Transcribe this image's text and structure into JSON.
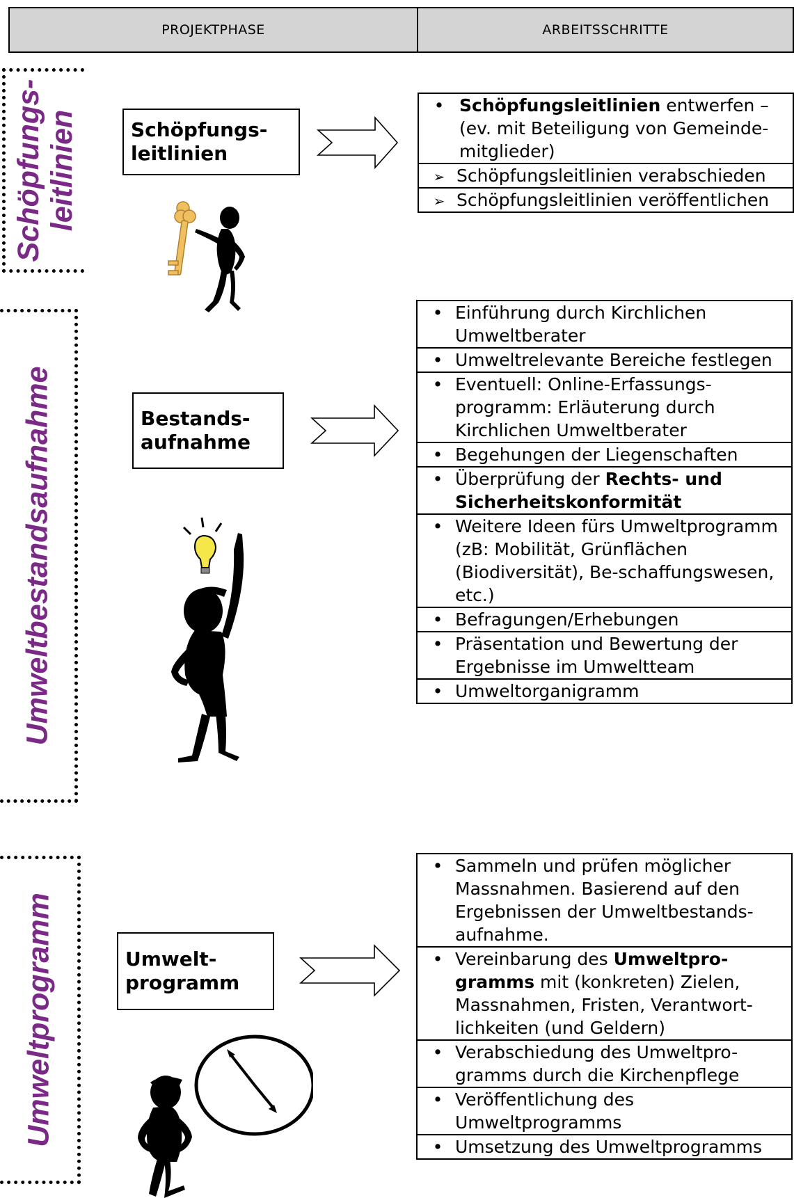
{
  "header": {
    "col1": "PROJEKTPHASE",
    "col2": "ARBEITSSCHRITTE"
  },
  "phases": [
    {
      "side_label": "Schöpfungs-\nleitlinien",
      "box_label": "Schöpfungs-\nleitlinien",
      "steps": [
        {
          "bullet": "dot",
          "bold": "Schöpfungsleitlinien",
          "text": " entwerfen – (ev. mit Beteiligung von Gemeinde-mitglieder)"
        },
        {
          "bullet": "arrow",
          "bold": "",
          "text": "Schöpfungsleitlinien verabschieden"
        },
        {
          "bullet": "arrow",
          "bold": "",
          "text": "Schöpfungsleitlinien veröffentlichen"
        }
      ]
    },
    {
      "side_label": "Umweltbestandsaufnahme",
      "box_label": "Bestands-\naufnahme",
      "steps": [
        {
          "bullet": "dot",
          "text": "Einführung durch Kirchlichen Umweltberater"
        },
        {
          "bullet": "dot",
          "text": "Umweltrelevante Bereiche festlegen"
        },
        {
          "bullet": "dot",
          "text": "Eventuell: Online-Erfassungs-programm: Erläuterung durch Kirchlichen Umweltberater"
        },
        {
          "bullet": "dot",
          "text": "Begehungen der Liegenschaften"
        },
        {
          "bullet": "dot",
          "pre": "Überprüfung der ",
          "bold": "Rechts- und Sicherheitskonformität",
          "text": ""
        },
        {
          "bullet": "dot",
          "text": "Weitere Ideen fürs Umweltprogramm (zB: Mobilität, Grünflächen (Biodiversität), Be-schaffungswesen, etc.)"
        },
        {
          "bullet": "dot",
          "text": "Befragungen/Erhebungen"
        },
        {
          "bullet": "dot",
          "text": "Präsentation und Bewertung der Ergebnisse im Umweltteam"
        },
        {
          "bullet": "dot",
          "text": "Umweltorganigramm"
        }
      ]
    },
    {
      "side_label": "Umweltprogramm",
      "box_label": "Umwelt-\nprogramm",
      "steps": [
        {
          "bullet": "dot",
          "text": "Sammeln und prüfen möglicher Massnahmen. Basierend auf den Ergebnissen der Umweltbestands-aufnahme."
        },
        {
          "bullet": "dot",
          "pre": "Vereinbarung des ",
          "bold": "Umweltpro-gramms",
          "text": " mit (konkreten) Zielen, Massnahmen, Fristen, Verantwort-lichkeiten (und Geldern)"
        },
        {
          "bullet": "dot",
          "text": "Verabschiedung des Umweltpro-gramms durch die Kirchenpflege"
        },
        {
          "bullet": "dot",
          "text": "Veröffentlichung des Umweltprogramms"
        },
        {
          "bullet": "dot",
          "text": "Umsetzung des Umweltprogramms"
        }
      ]
    }
  ],
  "icons": {
    "key_figure": "person-with-key-icon",
    "idea_figure": "person-with-lightbulb-icon",
    "clock_figure": "person-with-clock-icon",
    "arrow": "right-arrow-icon",
    "accent_color": "#7a2a86",
    "bulb_color": "#f5e64a",
    "key_color": "#f0c060"
  }
}
